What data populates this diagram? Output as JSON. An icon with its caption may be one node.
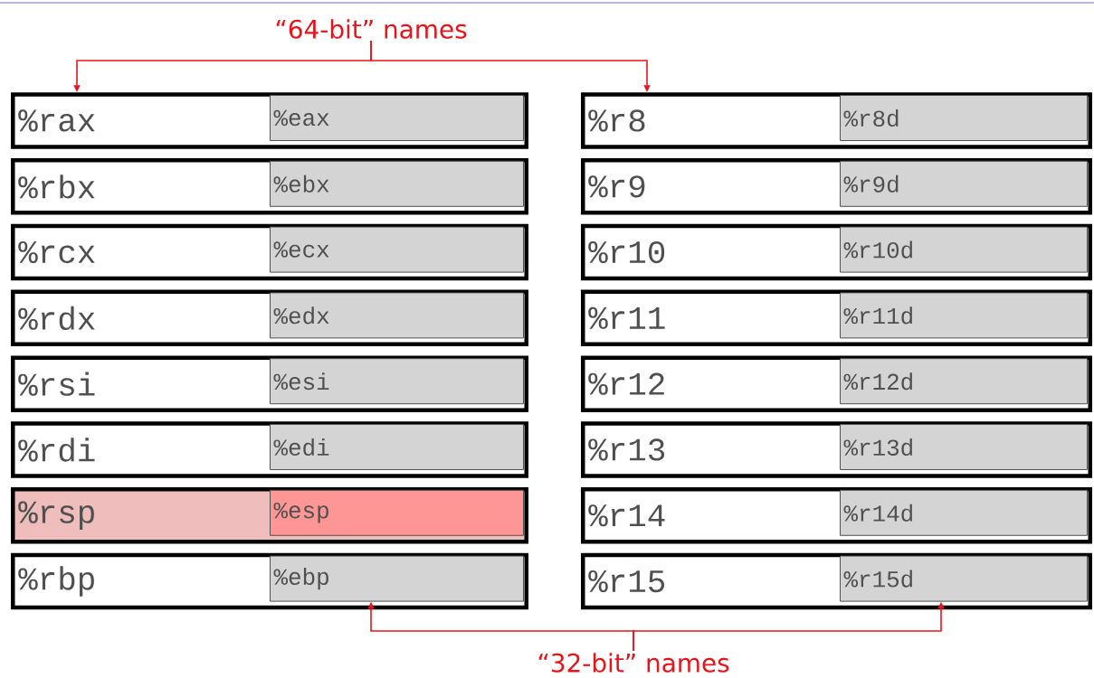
{
  "diagram": {
    "nodes": [
      {
        "text": [
          "“64-bit” names"
        ]
      },
      {
        "text": [
          "%rax"
        ]
      },
      {
        "text": [
          "%eax"
        ],
        "in": 1
      },
      {
        "text": [
          "%r8"
        ]
      },
      {
        "text": [
          "%r8d"
        ],
        "in": 3
      },
      {
        "text": [
          "%rbx"
        ]
      },
      {
        "text": [
          "%ebx"
        ],
        "in": 5
      },
      {
        "text": [
          "%r9"
        ]
      },
      {
        "text": [
          "%r9d"
        ],
        "in": 7
      },
      {
        "text": [
          "%rcx"
        ]
      },
      {
        "text": [
          "%ecx"
        ],
        "in": 9
      },
      {
        "text": [
          "%r10"
        ]
      },
      {
        "text": [
          "%r10d"
        ],
        "in": 11
      },
      {
        "text": [
          "%rdx"
        ]
      },
      {
        "text": [
          "%edx"
        ],
        "in": 13
      },
      {
        "text": [
          "%r11"
        ]
      },
      {
        "text": [
          "%r11d"
        ],
        "in": 15
      },
      {
        "text": [
          "%rsi"
        ]
      },
      {
        "text": [
          "%esi"
        ],
        "in": 17
      },
      {
        "text": [
          "%r12"
        ]
      },
      {
        "text": [
          "%r12d"
        ],
        "in": 19
      },
      {
        "text": [
          "%rdi"
        ]
      },
      {
        "text": [
          "%edi"
        ],
        "in": 21
      },
      {
        "text": [
          "%r13"
        ]
      },
      {
        "text": [
          "%r13d"
        ],
        "in": 23
      },
      {
        "text": [
          "%rsp"
        ]
      },
      {
        "text": [
          "%esp"
        ],
        "in": 25
      },
      {
        "text": [
          "%r14"
        ]
      },
      {
        "text": [
          "%r14d"
        ],
        "in": 27
      },
      {
        "text": [
          "%rbp"
        ]
      },
      {
        "text": [
          "%ebp"
        ],
        "in": 29
      },
      {
        "text": [
          "%r15"
        ]
      },
      {
        "text": [
          "%r15d"
        ],
        "in": 31
      },
      {
        "text": [
          "“32-bit” names"
        ]
      }
    ],
    "edges": [
      {
        "from": 0,
        "to": 1,
        "arrow": "to"
      },
      {
        "from": 0,
        "to": 3,
        "arrow": "to"
      },
      {
        "from": 33,
        "to": 30,
        "arrow": "to"
      },
      {
        "from": 33,
        "to": 32,
        "arrow": "to"
      }
    ]
  }
}
